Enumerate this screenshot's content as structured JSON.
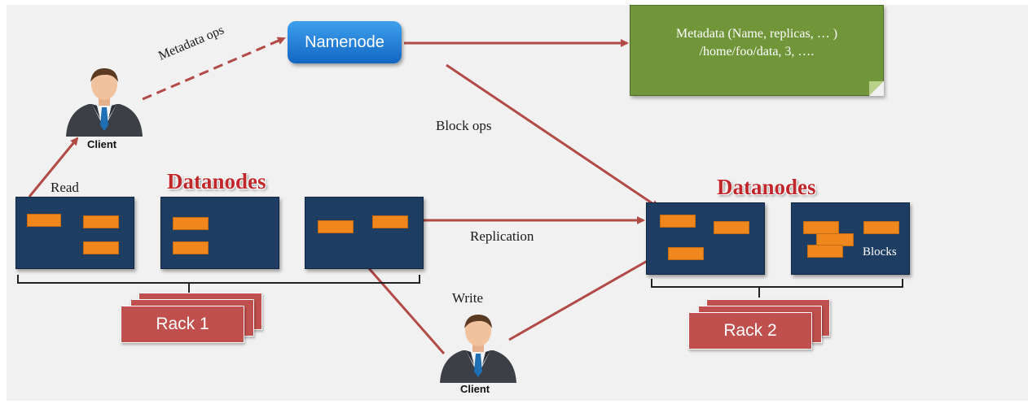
{
  "diagram": {
    "namenode": {
      "label": "Namenode"
    },
    "metadata": {
      "line1": "Metadata (Name, replicas, … )",
      "line2": "/home/foo/data, 3, …."
    },
    "labels": {
      "metadata_ops": "Metadata ops",
      "block_ops": "Block ops",
      "read": "Read",
      "write": "Write",
      "replication": "Replication",
      "blocks": "Blocks"
    },
    "clients": {
      "top": "Client",
      "bottom": "Client"
    },
    "datanodes": {
      "left_title": "Datanodes",
      "right_title": "Datanodes"
    },
    "racks": {
      "rack1": "Rack 1",
      "rack2": "Rack 2"
    },
    "colors": {
      "namenode": "#1e7fd8",
      "metadata_box": "#71963a",
      "datanode": "#1d3e62",
      "block": "#f0871c",
      "rack": "#c0504d",
      "arrow": "#b24a46",
      "title_red": "#c0282b"
    },
    "icons": {
      "client": "businessman-icon"
    }
  }
}
